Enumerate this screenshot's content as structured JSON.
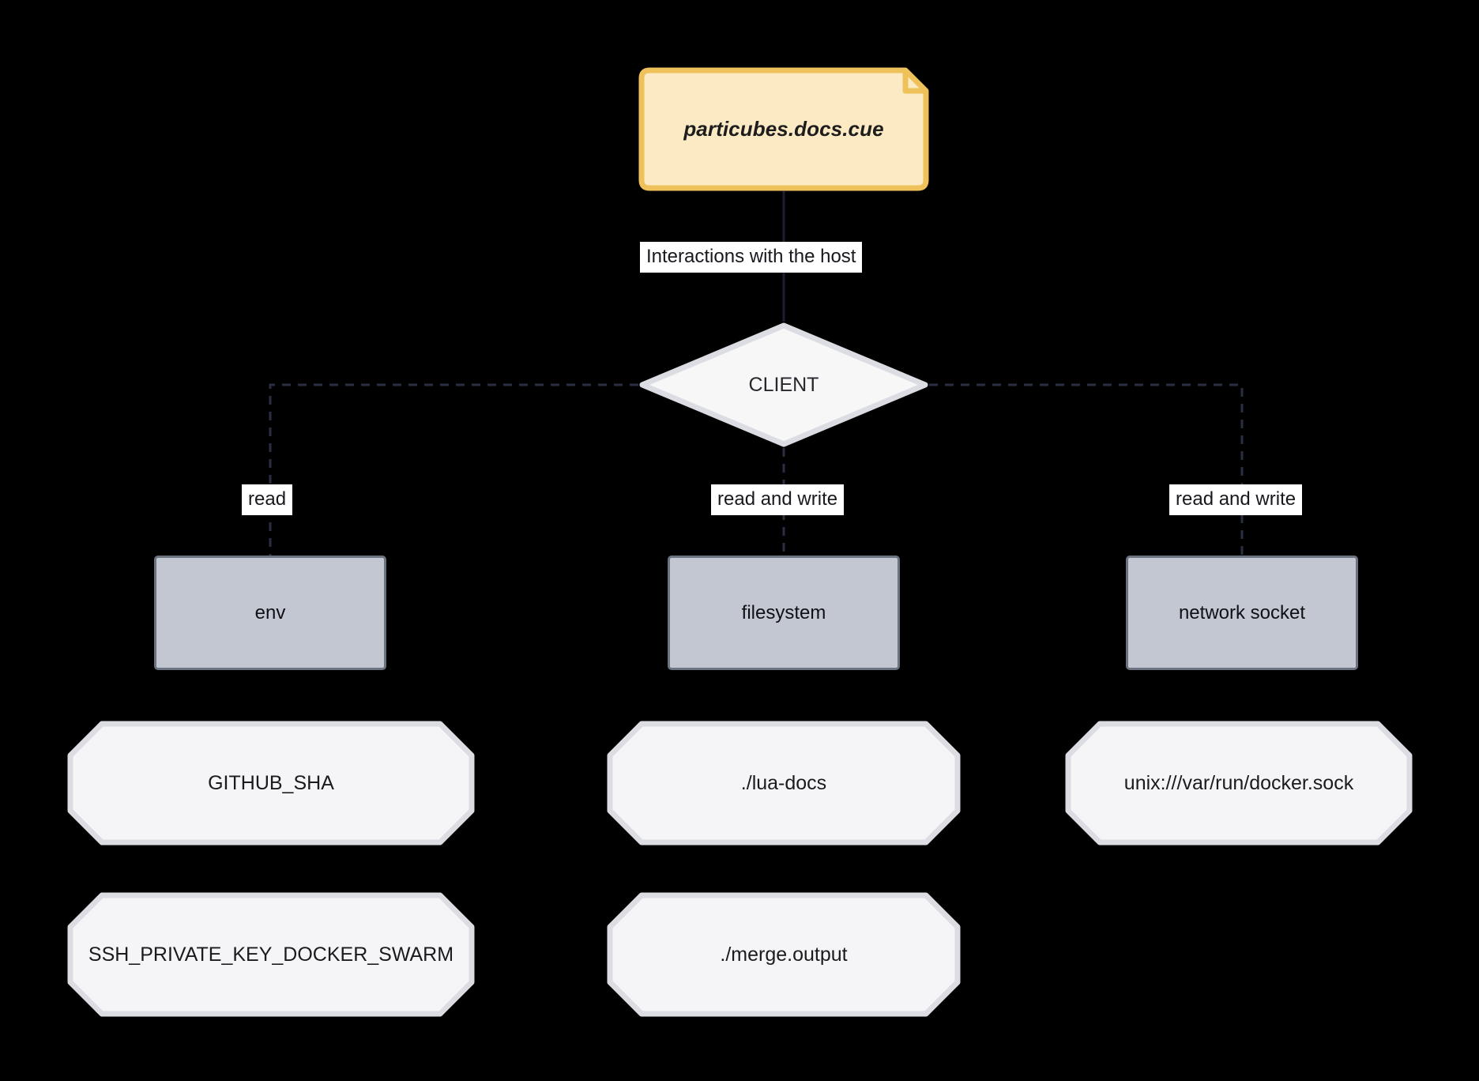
{
  "diagram": {
    "title": "Interactions with the host",
    "type": "flowchart",
    "background": "#000000",
    "colors": {
      "note_fill": "#fbeac4",
      "note_stroke": "#eec15a",
      "decision_fill": "#f7f7f8",
      "decision_stroke": "#dcdce3",
      "resource_fill": "#c3c7d1",
      "resource_stroke": "#6b7280",
      "value_fill": "#f5f5f7",
      "value_stroke": "#dcdce3",
      "edge_stroke": "#1d2030",
      "label_bg": "#ffffff",
      "label_text": "#18181f"
    }
  },
  "nodes": {
    "note": {
      "label": "particubes.docs.cue",
      "shape": "note"
    },
    "client": {
      "label": "CLIENT",
      "shape": "diamond"
    },
    "env": {
      "label": "env",
      "shape": "rect"
    },
    "filesystem": {
      "label": "filesystem",
      "shape": "rect"
    },
    "network_socket": {
      "label": "network socket",
      "shape": "rect"
    },
    "github_sha": {
      "label": "GITHUB_SHA",
      "shape": "octagon"
    },
    "ssh_private_key": {
      "label": "SSH_PRIVATE_KEY_DOCKER_SWARM",
      "shape": "octagon"
    },
    "lua_docs": {
      "label": "./lua-docs",
      "shape": "octagon"
    },
    "merge_output": {
      "label": "./merge.output",
      "shape": "octagon"
    },
    "docker_sock": {
      "label": "unix:///var/run/docker.sock",
      "shape": "octagon"
    }
  },
  "edges": {
    "note_to_client": {
      "label": "Interactions with the host",
      "style": "solid"
    },
    "client_to_env": {
      "label": "read",
      "style": "dashed"
    },
    "client_to_filesystem": {
      "label": "read and write",
      "style": "dashed"
    },
    "client_to_network": {
      "label": "read and write",
      "style": "dashed"
    }
  }
}
